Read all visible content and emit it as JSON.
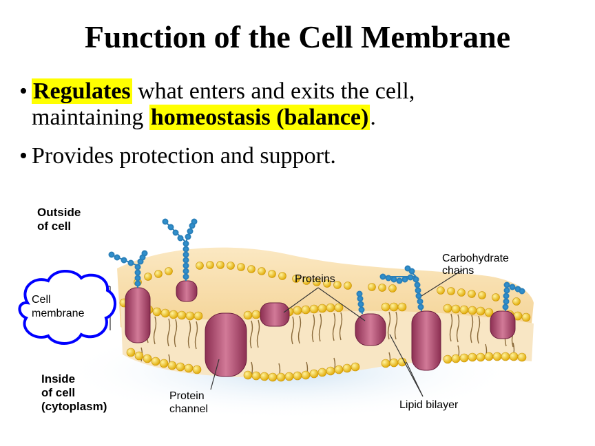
{
  "slide": {
    "title": "Function of the Cell Membrane",
    "bullets": [
      {
        "marker": "•",
        "highlight": "Regulates",
        "text1": " what enters and exits the cell,",
        "text2": "maintaining ",
        "highlight2": "homeostasis (balance)",
        "text3": "."
      },
      {
        "marker": "•",
        "text": "Provides protection and support."
      }
    ],
    "highlight_color": "#ffff00"
  },
  "diagram": {
    "labels": {
      "outside_line1": "Outside",
      "outside_line2": "of cell",
      "cell_membrane_line1": "Cell",
      "cell_membrane_line2": "membrane",
      "inside_line1": "Inside",
      "inside_line2": "of cell",
      "inside_line3": "(cytoplasm)",
      "proteins": "Proteins",
      "carbohydrate_line1": "Carbohydrate",
      "carbohydrate_line2": "chains",
      "protein_channel_line1": "Protein",
      "protein_channel_line2": "channel",
      "lipid_bilayer": "Lipid bilayer"
    },
    "colors": {
      "lipid_head": "#f5c400",
      "lipid_tail": "#8a6a3a",
      "protein": "#b0486a",
      "carbohydrate": "#2a7fb8",
      "membrane_fill": "#f6d9a0",
      "cloud_outline": "#0000ff"
    }
  }
}
